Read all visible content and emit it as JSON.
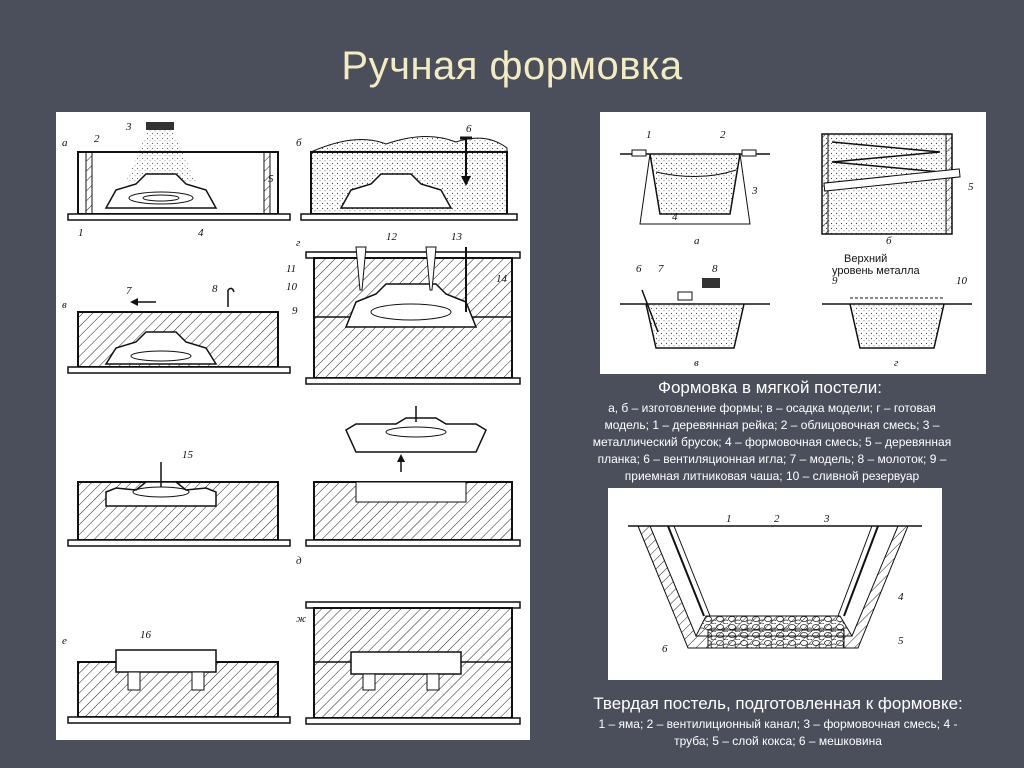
{
  "slide": {
    "title": "Ручная формовка"
  },
  "left_figure": {
    "panel_letters": [
      "а",
      "б",
      "в",
      "г",
      "д",
      "е",
      "ж"
    ],
    "callouts": [
      "1",
      "2",
      "3",
      "4",
      "5",
      "6",
      "7",
      "8",
      "9",
      "10",
      "11",
      "12",
      "13",
      "14",
      "15",
      "16"
    ]
  },
  "soft_bed_figure": {
    "panel_letters": [
      "а",
      "б",
      "в",
      "г"
    ],
    "callouts_a": [
      "1",
      "2",
      "3",
      "4"
    ],
    "callouts_b": [
      "5"
    ],
    "callouts_v": [
      "6",
      "7",
      "8"
    ],
    "callouts_g": [
      "9",
      "10"
    ],
    "annotation_line1": "Верхний",
    "annotation_line2": "уровень металла",
    "caption_title": "Формовка в мягкой постели:",
    "caption_lines": [
      "а, б – изготовление формы; в – осадка модели; г – готовая",
      "модель; 1 – деревянная рейка; 2 – облицовочная  смесь; 3 –",
      "металлический брусок; 4 – формовочная смесь; 5 – деревянная",
      "планка; 6 – вентиляционная игла; 7 – модель; 8 – молоток; 9 –",
      "приемная литниковая чаша; 10 – сливной резервуар"
    ]
  },
  "hard_bed_figure": {
    "callouts": [
      "1",
      "2",
      "3",
      "4",
      "5",
      "6"
    ],
    "caption_title": "Твердая постель, подготовленная к формовке:",
    "caption_lines": [
      "1 – яма; 2 – вентилиционный канал; 3 – формовочная смесь; 4 -",
      "труба; 5 – слой кокса; 6  – мешковина"
    ]
  },
  "colors": {
    "background": "#4b4f5c",
    "title": "#f2ecc0",
    "caption": "#ffffff",
    "panel": "#ffffff",
    "ink": "#111111"
  }
}
